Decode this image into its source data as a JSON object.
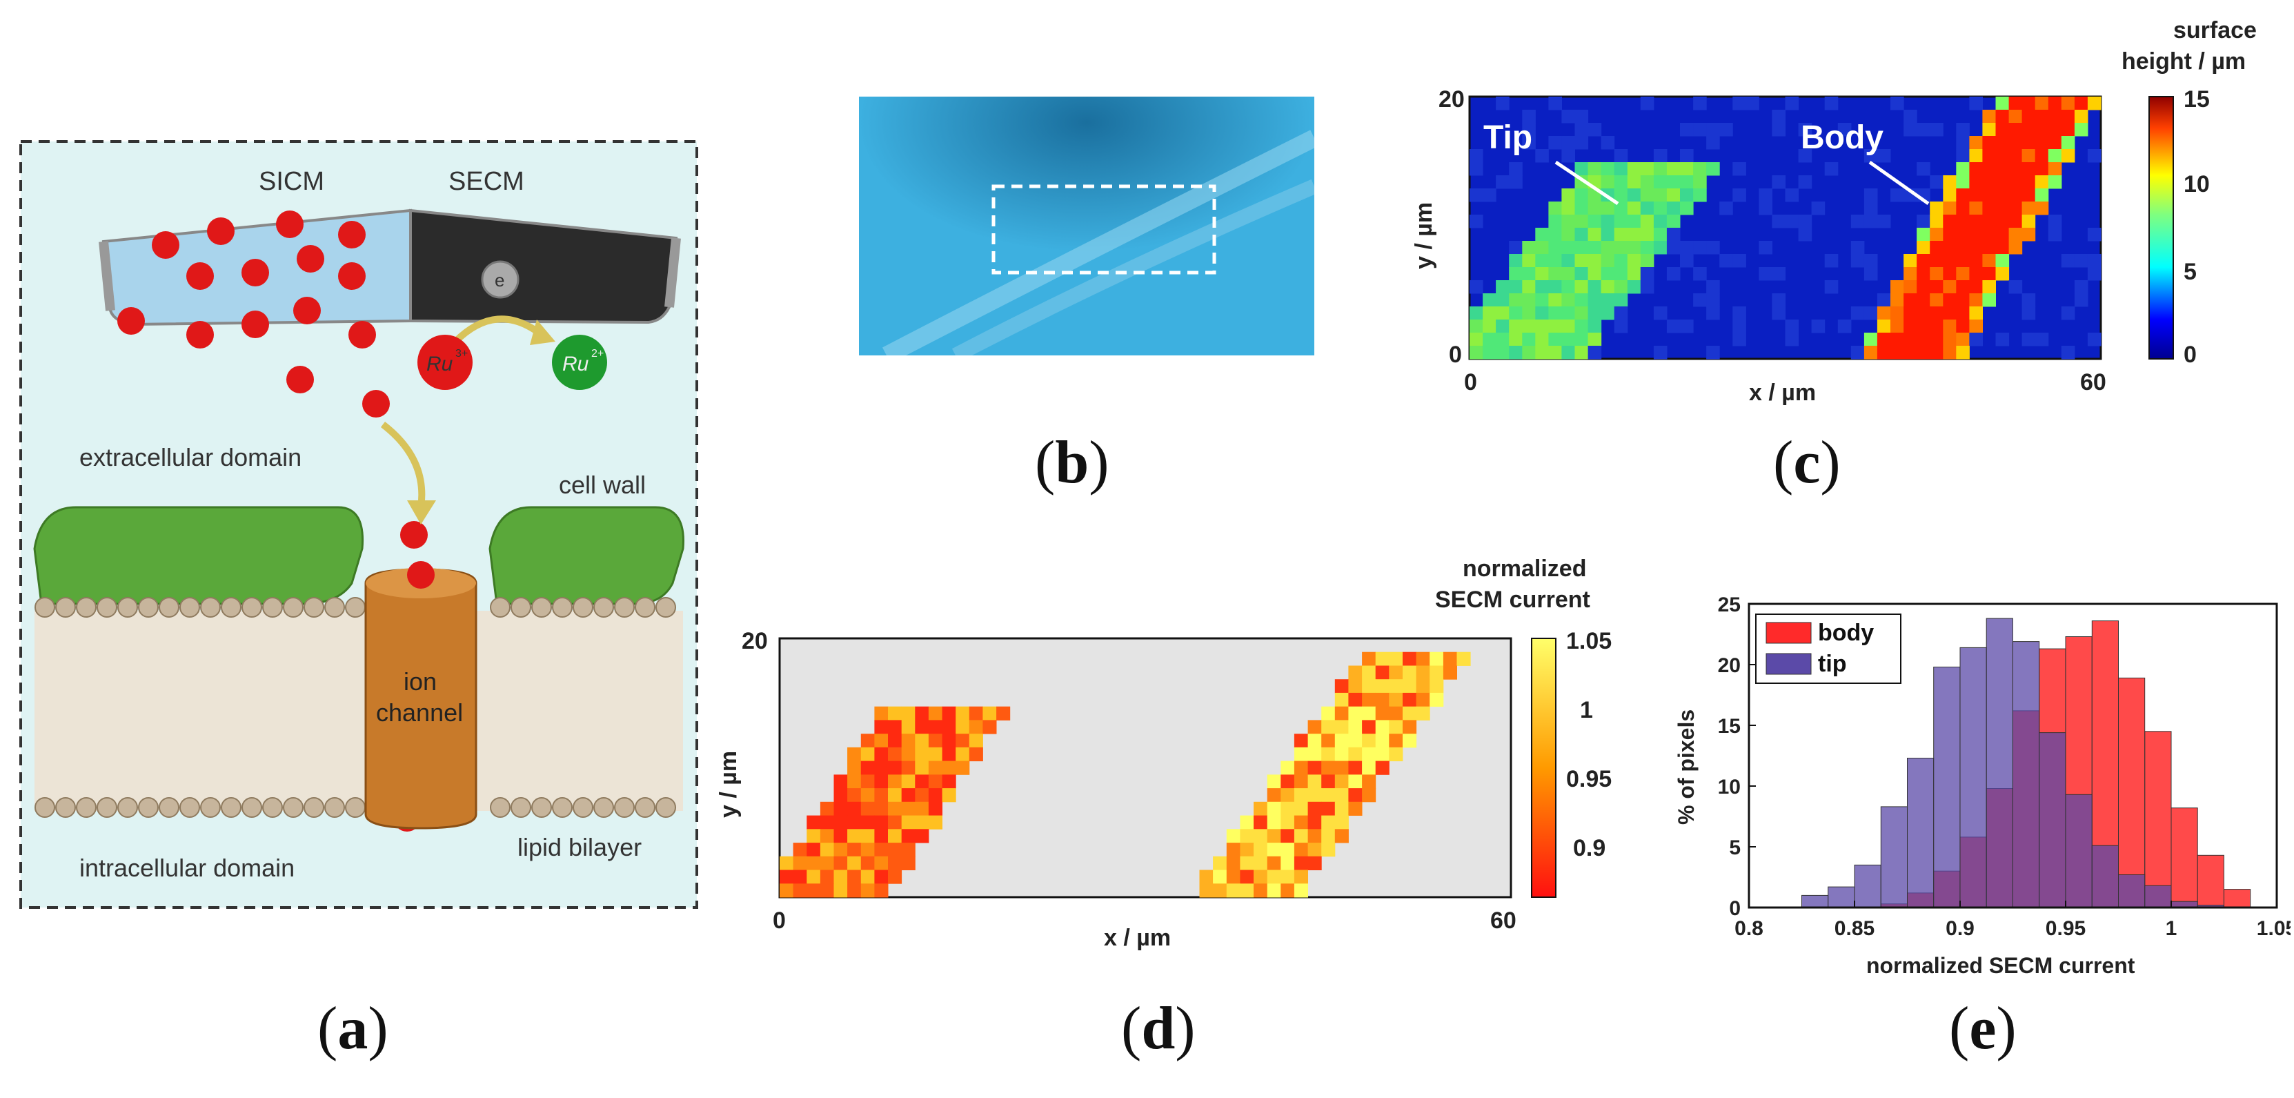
{
  "panel_labels": {
    "a": {
      "open": "(",
      "letter": "a",
      "close": ")"
    },
    "b": {
      "open": "(",
      "letter": "b",
      "close": ")"
    },
    "c": {
      "open": "(",
      "letter": "c",
      "close": ")"
    },
    "d": {
      "open": "(",
      "letter": "d",
      "close": ")"
    },
    "e": {
      "open": "(",
      "letter": "e",
      "close": ")"
    }
  },
  "schematic": {
    "sicm_label": "SICM",
    "secm_label": "SECM",
    "electron_label": "e",
    "ru3_label": "Ru",
    "ru3_sup": "3+",
    "ru2_label": "Ru",
    "ru2_sup": "2+",
    "extracellular_label": "extracellular domain",
    "cell_wall_label": "cell wall",
    "ion_channel_line1": "ion",
    "ion_channel_line2": "channel",
    "intracellular_label": "intracellular domain",
    "lipid_bilayer_label": "lipid bilayer",
    "colors": {
      "background": "#dff3f3",
      "cell_wall": "#5aa83a",
      "channel": "#c87a2a",
      "ion": "#e01818",
      "ru2": "#1e9a2e"
    }
  },
  "micrograph": {
    "colors": {
      "background": "#3db0e0",
      "roi_box": "#ffffff"
    }
  },
  "height_map": {
    "colorbar_title_line1": "surface",
    "colorbar_title_line2": "height / µm",
    "xlabel": "x / µm",
    "ylabel": "y / µm",
    "x_ticks": [
      "0",
      "60"
    ],
    "y_ticks": [
      "0",
      "20"
    ],
    "cbar_ticks": [
      "0",
      "5",
      "10",
      "15"
    ],
    "annotation_tip": "Tip",
    "annotation_body": "Body"
  },
  "current_map": {
    "colorbar_title_line1": "normalized",
    "colorbar_title_line2": "SECM current",
    "xlabel": "x / µm",
    "ylabel": "y / µm",
    "x_ticks": [
      "0",
      "60"
    ],
    "y_ticks": [
      "20"
    ],
    "cbar_ticks": [
      "1.05",
      "1",
      "0.95",
      "0.9"
    ]
  },
  "chart_data": {
    "type": "bar",
    "xlabel": "normalized SECM current",
    "ylabel": "% of pixels",
    "xlim": [
      0.8,
      1.05
    ],
    "ylim": [
      0,
      25
    ],
    "x_ticks": [
      "0.8",
      "0.85",
      "0.9",
      "0.95",
      "1",
      "1.05"
    ],
    "y_ticks": [
      "0",
      "5",
      "10",
      "15",
      "20",
      "25"
    ],
    "bin_width": 0.0125,
    "legend": "top-left",
    "series": [
      {
        "name": "body",
        "color": "#ff2a2a",
        "bin_starts": [
          0.8625,
          0.875,
          0.8875,
          0.9,
          0.9125,
          0.925,
          0.9375,
          0.95,
          0.9625,
          0.975,
          0.9875,
          1.0,
          1.0125,
          1.025
        ],
        "values": [
          0.3,
          1.2,
          3.0,
          5.8,
          9.8,
          16.2,
          21.3,
          22.3,
          23.6,
          18.9,
          14.5,
          8.2,
          4.3,
          1.5
        ]
      },
      {
        "name": "tip",
        "color": "#5b4aa8",
        "bin_starts": [
          0.825,
          0.8375,
          0.85,
          0.8625,
          0.875,
          0.8875,
          0.9,
          0.9125,
          0.925,
          0.9375,
          0.95,
          0.9625,
          0.975,
          0.9875,
          1.0,
          1.0125
        ],
        "values": [
          1.0,
          1.7,
          3.5,
          8.3,
          12.3,
          19.8,
          21.4,
          23.8,
          21.9,
          14.4,
          9.3,
          5.1,
          2.7,
          1.8,
          0.5,
          0.2
        ]
      }
    ]
  }
}
